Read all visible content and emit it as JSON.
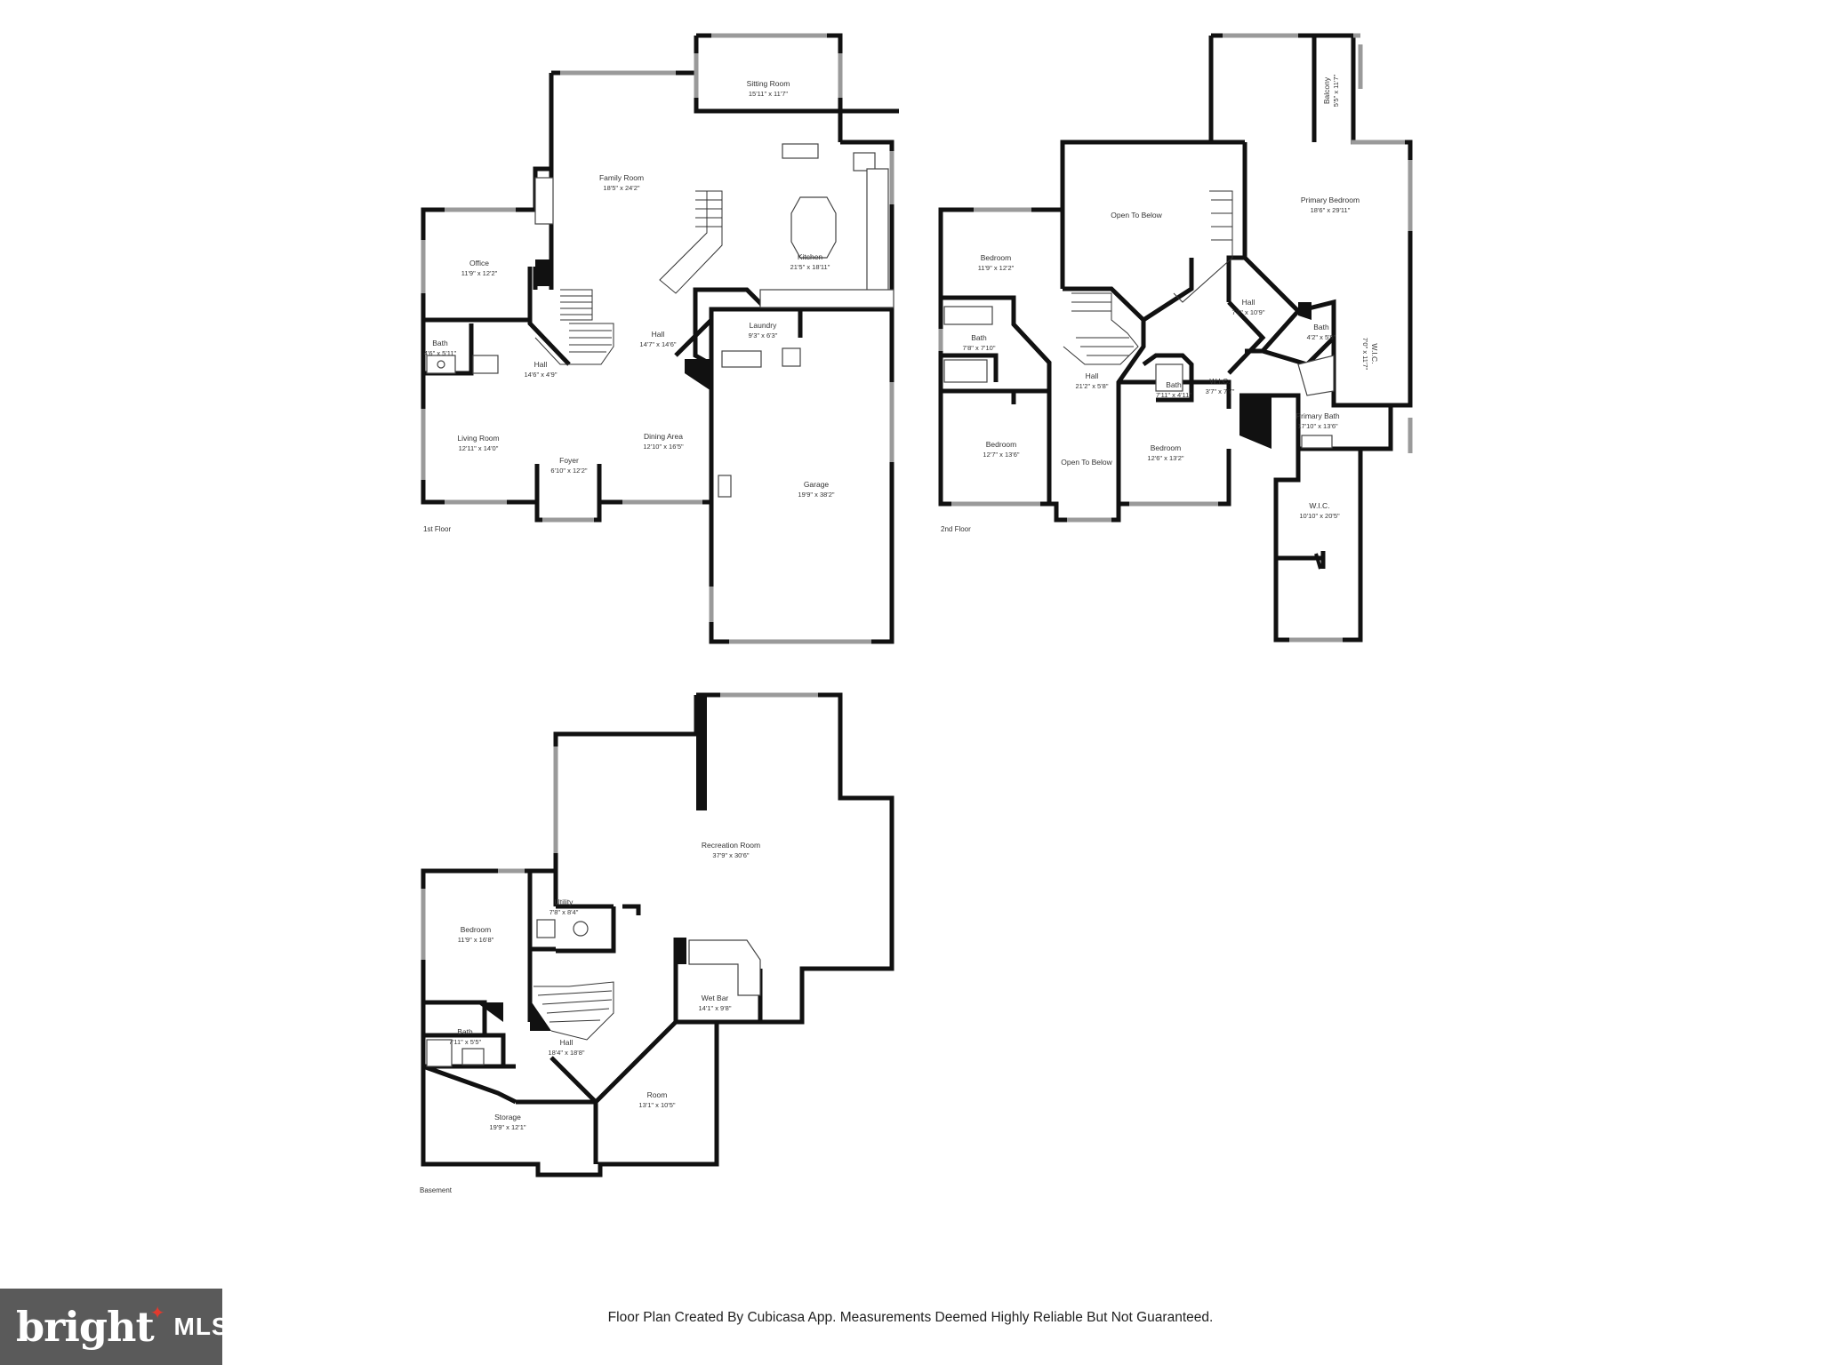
{
  "floors": [
    {
      "name": "1st Floor",
      "rooms": [
        {
          "key": "sitting",
          "name": "Sitting Room",
          "dims": "15'11\" x 11'7\""
        },
        {
          "key": "family",
          "name": "Family Room",
          "dims": "18'5\" x 24'2\""
        },
        {
          "key": "kitchen",
          "name": "Kitchen",
          "dims": "21'5\" x 18'11\""
        },
        {
          "key": "office",
          "name": "Office",
          "dims": "11'9\" x 12'2\""
        },
        {
          "key": "bath",
          "name": "Bath",
          "dims": "4'6\" x 5'11\""
        },
        {
          "key": "hall_small",
          "name": "Hall",
          "dims": "14'6\" x 4'9\""
        },
        {
          "key": "hall",
          "name": "Hall",
          "dims": "14'7\" x 14'6\""
        },
        {
          "key": "laundry",
          "name": "Laundry",
          "dims": "9'3\" x 6'3\""
        },
        {
          "key": "living",
          "name": "Living Room",
          "dims": "12'11\" x 14'0\""
        },
        {
          "key": "dining",
          "name": "Dining Area",
          "dims": "12'10\" x 16'5\""
        },
        {
          "key": "foyer",
          "name": "Foyer",
          "dims": "6'10\" x 12'2\""
        },
        {
          "key": "garage",
          "name": "Garage",
          "dims": "19'9\" x 38'2\""
        }
      ]
    },
    {
      "name": "2nd Floor",
      "rooms": [
        {
          "key": "balcony",
          "name": "Balcony",
          "dims": "5'5\" x 11'7\""
        },
        {
          "key": "open_top",
          "name": "Open To Below",
          "dims": ""
        },
        {
          "key": "primary_bed",
          "name": "Primary Bedroom",
          "dims": "18'6\" x 29'11\""
        },
        {
          "key": "bedroom_nw",
          "name": "Bedroom",
          "dims": "11'9\" x 12'2\""
        },
        {
          "key": "hall_e",
          "name": "Hall",
          "dims": "7'6\" x 10'9\""
        },
        {
          "key": "bath_e",
          "name": "Bath",
          "dims": "4'2\" x 5'8\""
        },
        {
          "key": "wic_e",
          "name": "W.I.C.",
          "dims": "7'0\" x 11'7\""
        },
        {
          "key": "bath_w",
          "name": "Bath",
          "dims": "7'8\" x 7'10\""
        },
        {
          "key": "hall_c",
          "name": "Hall",
          "dims": "21'2\" x 5'8\""
        },
        {
          "key": "bath_c",
          "name": "Bath",
          "dims": "7'11\" x 4'11\""
        },
        {
          "key": "wic_small",
          "name": "W.I.C.",
          "dims": "3'7\" x 7'7\""
        },
        {
          "key": "primary_bath",
          "name": "Primary Bath",
          "dims": "17'10\" x 13'6\""
        },
        {
          "key": "bedroom_sw",
          "name": "Bedroom",
          "dims": "12'7\" x 13'6\""
        },
        {
          "key": "open_bottom",
          "name": "Open To Below",
          "dims": ""
        },
        {
          "key": "bedroom_s",
          "name": "Bedroom",
          "dims": "12'6\" x 13'2\""
        },
        {
          "key": "wic_s",
          "name": "W.I.C.",
          "dims": "10'10\" x 20'5\""
        }
      ]
    },
    {
      "name": "Basement",
      "rooms": [
        {
          "key": "recreation",
          "name": "Recreation Room",
          "dims": "37'9\" x 30'6\""
        },
        {
          "key": "utility",
          "name": "Utility",
          "dims": "7'8\" x 8'4\""
        },
        {
          "key": "bedroom",
          "name": "Bedroom",
          "dims": "11'9\" x 16'8\""
        },
        {
          "key": "wetbar",
          "name": "Wet Bar",
          "dims": "14'1\" x 9'8\""
        },
        {
          "key": "bath",
          "name": "Bath",
          "dims": "7'11\" x 5'5\""
        },
        {
          "key": "hall",
          "name": "Hall",
          "dims": "18'4\" x 18'8\""
        },
        {
          "key": "room",
          "name": "Room",
          "dims": "13'1\" x 10'5\""
        },
        {
          "key": "storage",
          "name": "Storage",
          "dims": "19'9\" x 12'1\""
        }
      ]
    }
  ],
  "footer": {
    "note": "Floor Plan Created By Cubicasa App. Measurements Deemed Highly Reliable But Not Guaranteed."
  },
  "logo": {
    "brand": "bright",
    "suffix": "MLS"
  },
  "colors": {
    "wall": "#111111",
    "window": "#9a9a9a",
    "logo_bg": "#5a5a5a",
    "logo_accent": "#e23a2e"
  }
}
